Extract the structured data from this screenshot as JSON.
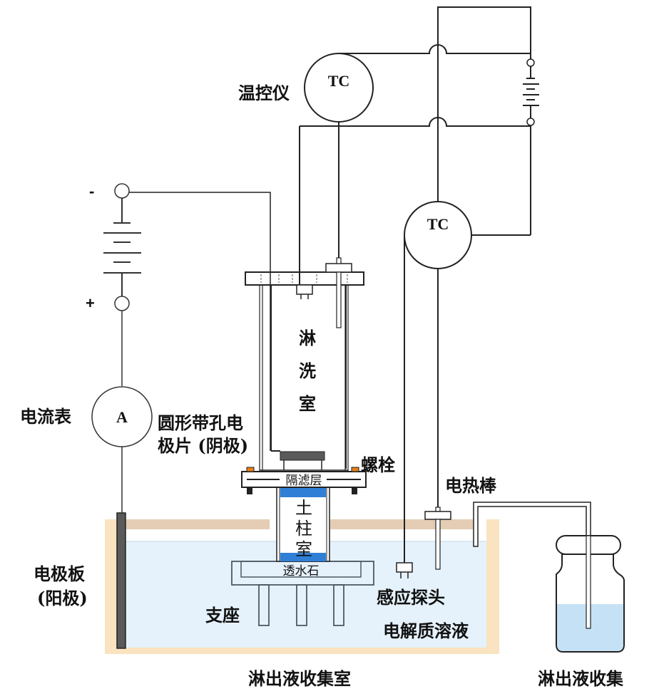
{
  "diagram": {
    "labels": {
      "temp_controller": "温控仪",
      "tc_top": "TC",
      "tc_right": "TC",
      "ammeter_symbol": "A",
      "ammeter": "电流表",
      "battery_minus": "-",
      "battery_plus": "+",
      "cathode_line1": "圆形带孔电",
      "cathode_line2": "极片 (阴极)",
      "wash_chamber_1": "淋",
      "wash_chamber_2": "洗",
      "wash_chamber_3": "室",
      "bolt": "螺栓",
      "filter_layer": "隔滤层",
      "soil_column_1": "土",
      "soil_column_2": "柱",
      "soil_column_3": "室",
      "porous_stone": "透水石",
      "heater_rod": "电热棒",
      "sensor_probe": "感应探头",
      "support": "支座",
      "electrolyte": "电解质溶液",
      "anode_line1": "电极板",
      "anode_line2": "(阳极)",
      "collection_chamber": "淋出液收集室",
      "collection_bottle": "淋出液收集"
    },
    "colors": {
      "tank_wall": "#f9e3c0",
      "solution": "#e6f2fb",
      "cover_plate": "#e4cdb4",
      "anode": "#5a5a5a",
      "stone": "#2f7fd6",
      "bolt": "#e57f1a",
      "bottle_liquid": "#c5e1f6"
    }
  }
}
